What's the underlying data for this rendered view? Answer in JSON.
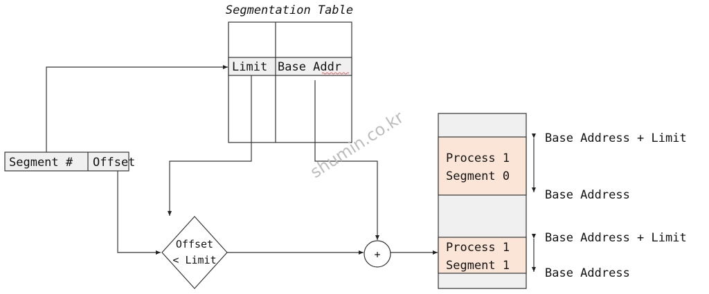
{
  "segmentation_table": {
    "title": "Segmentation Table",
    "limit_label": "Limit",
    "base_label": "Base Addr"
  },
  "logical_address": {
    "segment_label": "Segment #",
    "offset_label": "Offset"
  },
  "check": {
    "line1": "Offset",
    "line2": "< Limit"
  },
  "adder": {
    "symbol": "+"
  },
  "memory": {
    "segments": [
      {
        "line1": "Process 1",
        "line2": "Segment 0",
        "top_label": "Base Address + Limit",
        "bottom_label": "Base Address"
      },
      {
        "line1": "Process 1",
        "line2": "Segment 1",
        "top_label": "Base Address + Limit",
        "bottom_label": "Base Address"
      }
    ]
  },
  "watermark": "shumin.co.kr",
  "colors": {
    "segment_fill": "#fbe5d6",
    "gray_fill": "#f0f0f0"
  }
}
